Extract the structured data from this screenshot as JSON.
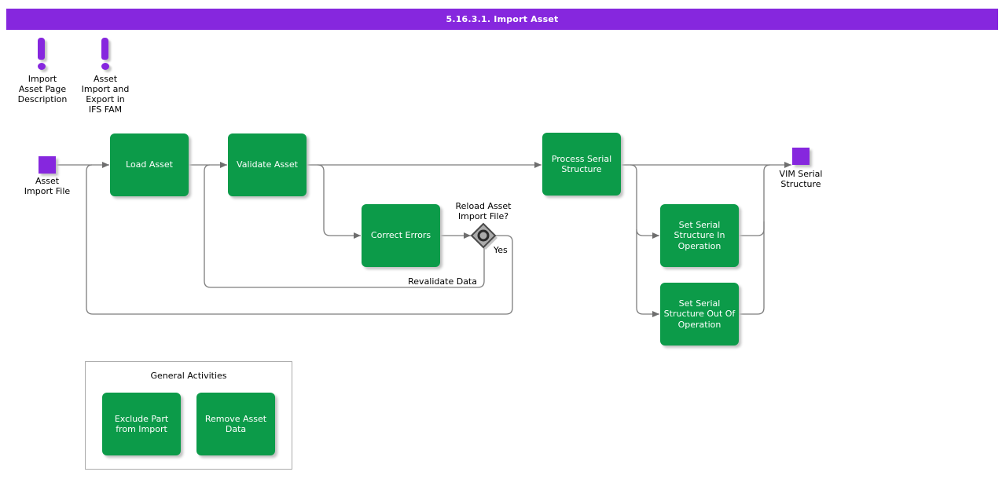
{
  "header": {
    "title": "5.16.3.1. Import Asset"
  },
  "colors": {
    "accent_purple": "#8627de",
    "activity_green": "#0c9b49",
    "connector_gray": "#7d7d7d"
  },
  "annotations": [
    {
      "icon": "exclamation-icon",
      "label": "Import\nAsset Page\nDescription"
    },
    {
      "icon": "exclamation-icon",
      "label": "Asset\nImport and\nExport in\nIFS FAM"
    }
  ],
  "flow": {
    "start": {
      "label": "Asset\nImport File"
    },
    "end": {
      "label": "VIM Serial\nStructure"
    },
    "activities": [
      {
        "id": "load-asset",
        "label": "Load Asset"
      },
      {
        "id": "validate-asset",
        "label": "Validate Asset"
      },
      {
        "id": "correct-errors",
        "label": "Correct Errors"
      },
      {
        "id": "process-serial-structure",
        "label": "Process Serial\nStructure"
      },
      {
        "id": "set-serial-structure-in-operation",
        "label": "Set Serial\nStructure In\nOperation"
      },
      {
        "id": "set-serial-structure-out-of-operation",
        "label": "Set Serial\nStructure Out Of\nOperation"
      }
    ],
    "decision": {
      "question": "Reload Asset\nImport File?",
      "yes_label": "Yes",
      "loop_label": "Revalidate Data"
    }
  },
  "general": {
    "title": "General Activities",
    "activities": [
      {
        "id": "exclude-part-from-import",
        "label": "Exclude Part\nfrom Import"
      },
      {
        "id": "remove-asset-data",
        "label": "Remove Asset\nData"
      }
    ]
  }
}
